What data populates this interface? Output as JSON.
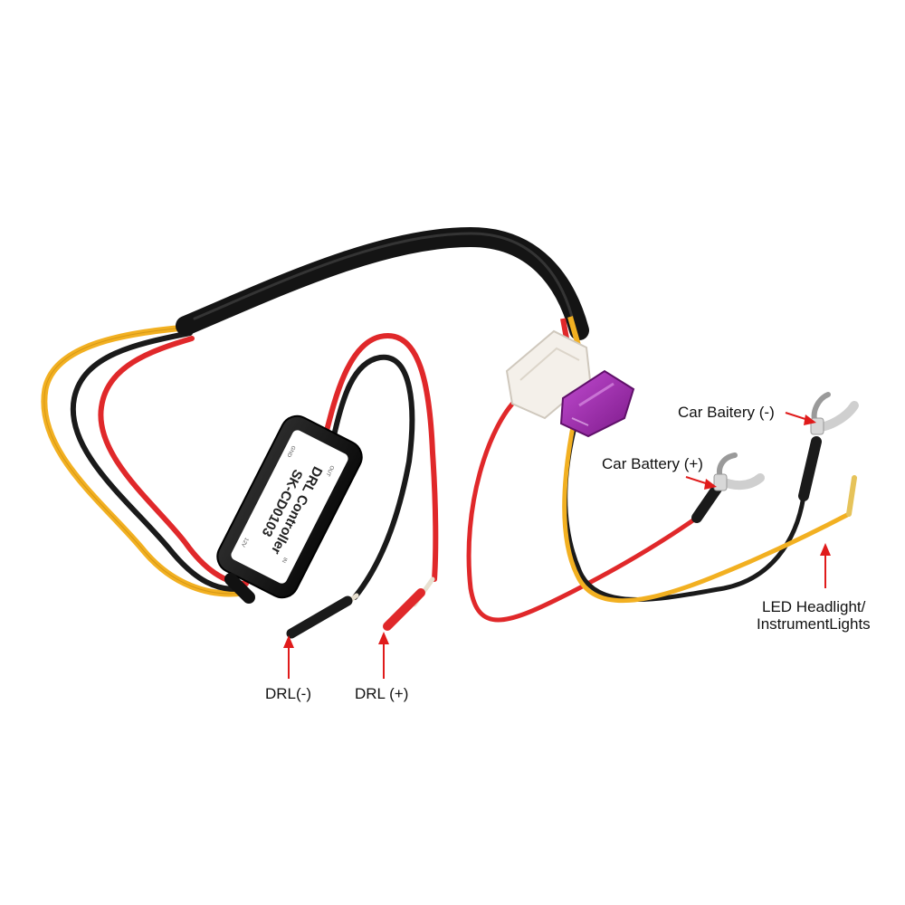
{
  "labels": {
    "car_battery_negative": "Car Baitery (-)",
    "car_battery_positive": "Car Battery (+)",
    "led_headlight_line1": "LED Headlight/",
    "led_headlight_line2": "InstrumentLights",
    "drl_negative": "DRL(-)",
    "drl_positive": "DRL (+)"
  },
  "controller": {
    "title": "DRL Controller",
    "model": "SK-CD0103",
    "small_marks": [
      "OUT",
      "IN",
      "12V",
      "GND"
    ]
  },
  "colors": {
    "wire_red": "#e0282a",
    "wire_black": "#1a1a1a",
    "wire_yellow": "#f2b021",
    "fuse": "#a22fb0",
    "fuse_holder": "#f4f0ea",
    "arrow": "#e01b1b",
    "terminal": "#c9c9c9"
  },
  "icons": {
    "arrow": "red-arrow-icon",
    "fork_terminal": "fork-terminal-icon"
  }
}
